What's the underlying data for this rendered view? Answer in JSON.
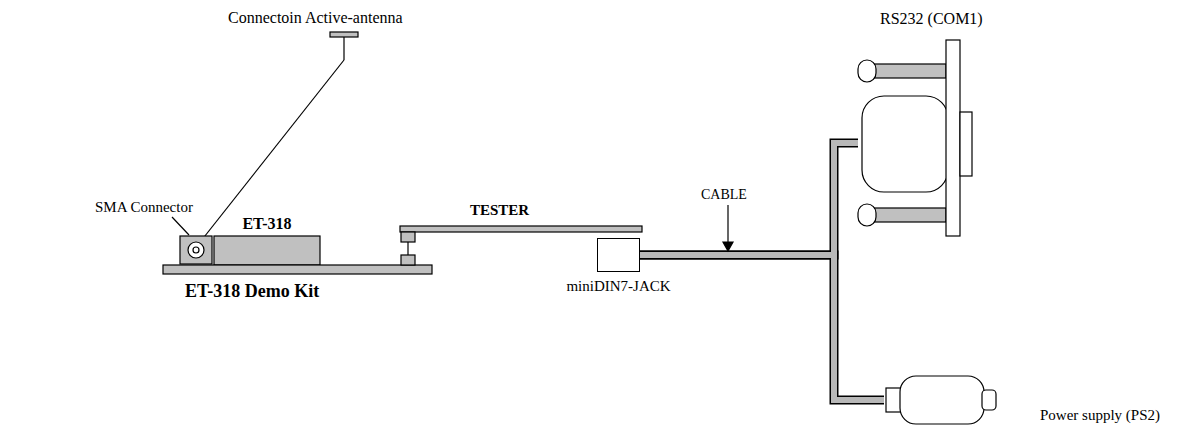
{
  "diagram": {
    "nodes": [
      {
        "text": [
          "ET-318"
        ]
      },
      {
        "text": [
          "ET-318 Demo Kit"
        ]
      },
      {
        "text": [
          "miniDIN7-JACK"
        ]
      },
      {
        "text": [
          "RS232 (COM1)"
        ]
      },
      {
        "text": [
          "Power supply (PS2)"
        ]
      }
    ],
    "edges": [
      {
        "from": 2,
        "to": 3,
        "arrow": "none"
      },
      {
        "from": 2,
        "to": 4,
        "arrow": "none"
      }
    ],
    "labels": [
      "Connectoin Active-antenna",
      "SMA Connector",
      "TESTER",
      "CABLE"
    ]
  }
}
